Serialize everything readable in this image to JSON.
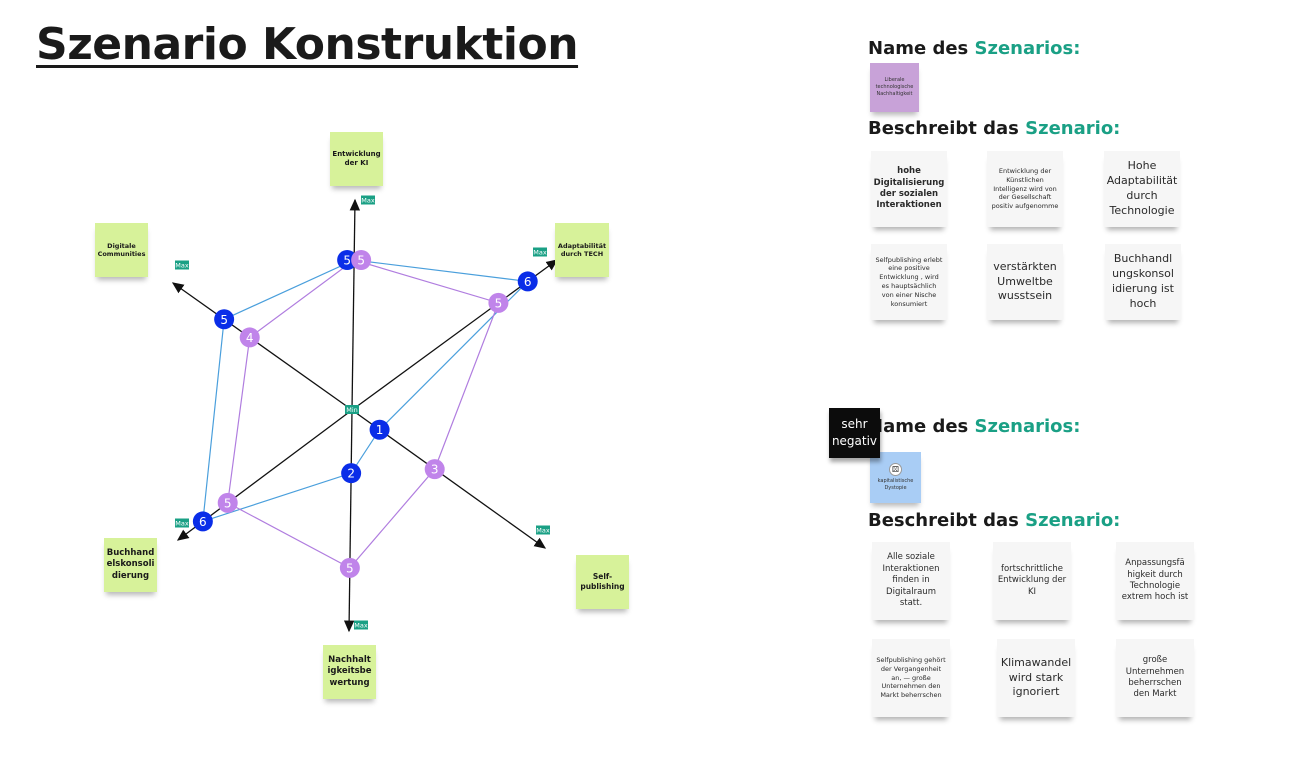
{
  "page": {
    "title": "Szenario Konstruktion"
  },
  "colors": {
    "accent": "#1aa085",
    "axis_sticky": "#d7f29a",
    "scenario1_line": "#4a9fdc",
    "scenario1_node": "#0a2de8",
    "scenario2_line": "#b07ddf",
    "scenario2_node": "#c084ea",
    "marker": "#1aa085",
    "axis": "#111111"
  },
  "radar": {
    "center_label": "Min",
    "max_label": "Max",
    "scale_max": 7,
    "axes": [
      {
        "id": "ki",
        "label": "Entwicklung der KI"
      },
      {
        "id": "tech",
        "label": "Adaptabilität durch TECH"
      },
      {
        "id": "self",
        "label": "Self-publishing"
      },
      {
        "id": "nachhalt",
        "label": "Nachhaltigkeitsbewertung"
      },
      {
        "id": "buch",
        "label": "Buchhandelskonsolidierung"
      },
      {
        "id": "digital",
        "label": "Digitale Communities"
      }
    ],
    "axis_sticky_text": [
      "Entwicklung der KI",
      "Adaptabilität durch TECH",
      "Self-publishing",
      "Nachhalt igkeitsbe wertung",
      "Buchhand elskonsoli dierung",
      "Digitale Communities"
    ],
    "series": [
      {
        "name": "Liberale technologische Nachhaltigkeit",
        "color_key": "scenario1",
        "values": {
          "ki": 5,
          "tech": 6,
          "self": 1,
          "nachhalt": 2,
          "buch": 6,
          "digital": 5
        }
      },
      {
        "name": "kapitalistische Dystopie",
        "color_key": "scenario2",
        "values": {
          "ki": 5,
          "tech": 5,
          "self": 3,
          "nachhalt": 5,
          "buch": 5,
          "digital": 4
        }
      }
    ]
  },
  "scenario1": {
    "heading_prefix": "Name des ",
    "heading_accent": "Szenarios:",
    "name": "Liberale technologische Nachhaltigkeit",
    "name_color": "#c8a2d8",
    "desc_prefix": "Beschreibt das ",
    "desc_accent": "Szenario:",
    "descriptions": [
      "hohe Digitalisierung der sozialen Interaktionen",
      "Entwicklung der Künstlichen Intelligenz wird von der Gesellschaft positiv aufgenomme",
      "Hohe Adaptabilität durch Technologie",
      "Selfpublishing erlebt eine positive Entwicklung  , wird es hauptsächlich von einer Nische konsumiert",
      "verstärkten Umweltbe wusstsein",
      "Buchhandl ungskonsol idierung ist hoch"
    ]
  },
  "scenario2": {
    "badge": "sehr negativ",
    "heading_prefix": "Name des ",
    "heading_accent": "Szenarios:",
    "name": "kapitalistische Dystopie",
    "name_icon": "dice-icon",
    "name_color": "#a9cdf5",
    "desc_prefix": "Beschreibt das ",
    "desc_accent": "Szenario:",
    "descriptions": [
      "Alle soziale Interaktionen finden in Digitalraum statt.",
      "fortschrittliche Entwicklung der KI",
      "Anpassungsfä higkeit durch Technologie extrem hoch ist",
      "Selfpublishing gehört der Vergangenheit an, — große Unternehmen den Markt beherrschen",
      "Klimawandel wird stark ignoriert",
      "große Unternehmen beherrschen den Markt"
    ]
  }
}
